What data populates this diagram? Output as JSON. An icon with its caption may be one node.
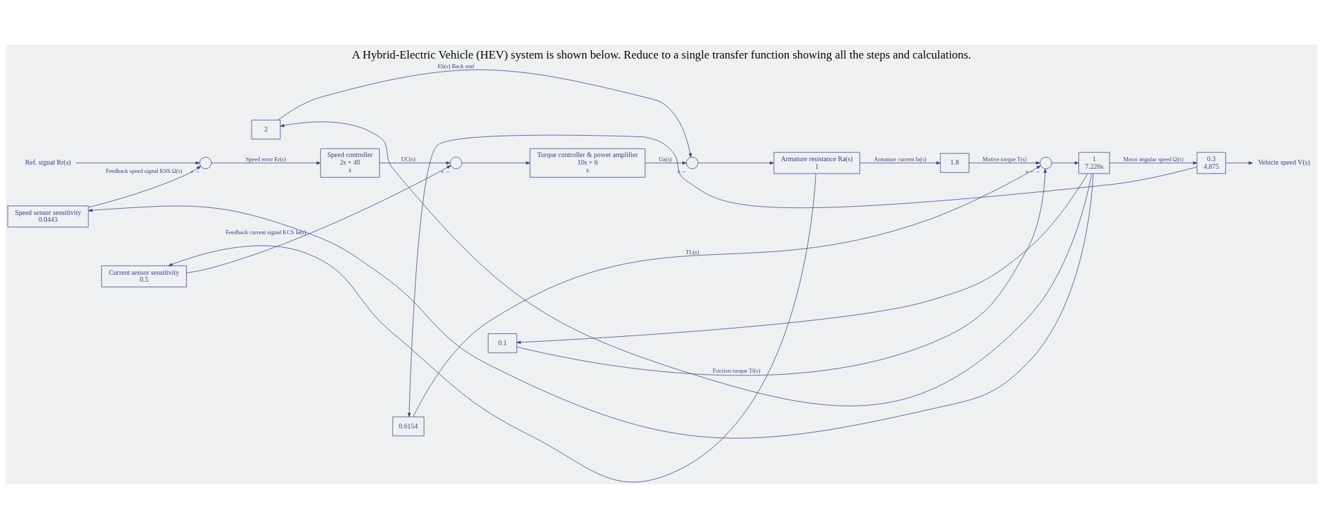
{
  "diagram": {
    "title": "A Hybrid-Electric Vehicle (HEV) system is shown below. Reduce to a single transfer function showing all the steps and calculations.",
    "nodes": [
      {
        "text": [
          "Ref. signal Rr(s)"
        ]
      },
      {
        "text": [],
        "shape": "circle",
        "beside": [
          "+",
          "−"
        ]
      },
      {
        "text": [
          "Speed controller",
          "2s + 40",
          "s"
        ]
      },
      {
        "text": [],
        "shape": "circle",
        "beside": [
          "+",
          "−"
        ]
      },
      {
        "text": [
          "Torque controller & power amplifier",
          "10s + 6",
          "s"
        ]
      },
      {
        "text": [],
        "shape": "circle",
        "beside": [
          "+",
          "−"
        ]
      },
      {
        "text": [
          "Armature resistance Ra(s)",
          "1"
        ]
      },
      {
        "text": [
          "1.8"
        ]
      },
      {
        "text": [],
        "shape": "circle",
        "beside": [
          "+",
          "−",
          "−"
        ]
      },
      {
        "text": [
          "1",
          "7.226s"
        ]
      },
      {
        "text": [
          "0.3",
          "4.875"
        ]
      },
      {
        "text": [
          "Vehicle speed V(s)"
        ]
      },
      {
        "text": [
          "0.6154"
        ]
      },
      {
        "text": [
          "0.1"
        ]
      },
      {
        "text": [
          "2"
        ]
      },
      {
        "text": [
          "Current sensor sensitivity",
          "0.5"
        ]
      },
      {
        "text": [
          "Speed sensor sensitivity",
          "0.0443"
        ]
      }
    ],
    "edges": [
      {
        "from": 0,
        "to": 1,
        "arrow": "to"
      },
      {
        "from": 1,
        "to": 2,
        "arrow": "to",
        "label": "Speed error Er(s)"
      },
      {
        "from": 2,
        "to": 3,
        "arrow": "to",
        "label": "UC(s)"
      },
      {
        "from": 3,
        "to": 4,
        "arrow": "to"
      },
      {
        "from": 4,
        "to": 5,
        "arrow": "to",
        "label": "Ua(s)"
      },
      {
        "from": 5,
        "to": 6,
        "arrow": "to"
      },
      {
        "from": 6,
        "to": 7,
        "arrow": "to",
        "label": "Armature current Ia(s)"
      },
      {
        "from": 7,
        "to": 8,
        "arrow": "to",
        "label": "Motive torque T(s)"
      },
      {
        "from": 8,
        "to": 9,
        "arrow": "to"
      },
      {
        "from": 9,
        "to": 10,
        "arrow": "to",
        "label": "Motor angular speed Ω(s)"
      },
      {
        "from": 10,
        "to": 11,
        "arrow": "to"
      },
      {
        "from": 10,
        "to": 12,
        "arrow": "to"
      },
      {
        "from": 12,
        "to": 8,
        "arrow": "to",
        "label": "TL(s)"
      },
      {
        "from": 9,
        "to": 13,
        "arrow": "to"
      },
      {
        "from": 13,
        "to": 8,
        "arrow": "to",
        "label": "Friction torque Tf(s)"
      },
      {
        "from": 9,
        "to": 14,
        "arrow": "to"
      },
      {
        "from": 14,
        "to": 5,
        "arrow": "to",
        "label": "Eb(s) Back emf"
      },
      {
        "from": 6,
        "to": 15,
        "arrow": "to"
      },
      {
        "from": 15,
        "to": 3,
        "arrow": "to",
        "label": "Feedback current signal KCS Ia(s)"
      },
      {
        "from": 9,
        "to": 16,
        "arrow": "to"
      },
      {
        "from": 16,
        "to": 1,
        "arrow": "to",
        "label": "Feedback speed signal KSS Ω(s)"
      }
    ]
  }
}
